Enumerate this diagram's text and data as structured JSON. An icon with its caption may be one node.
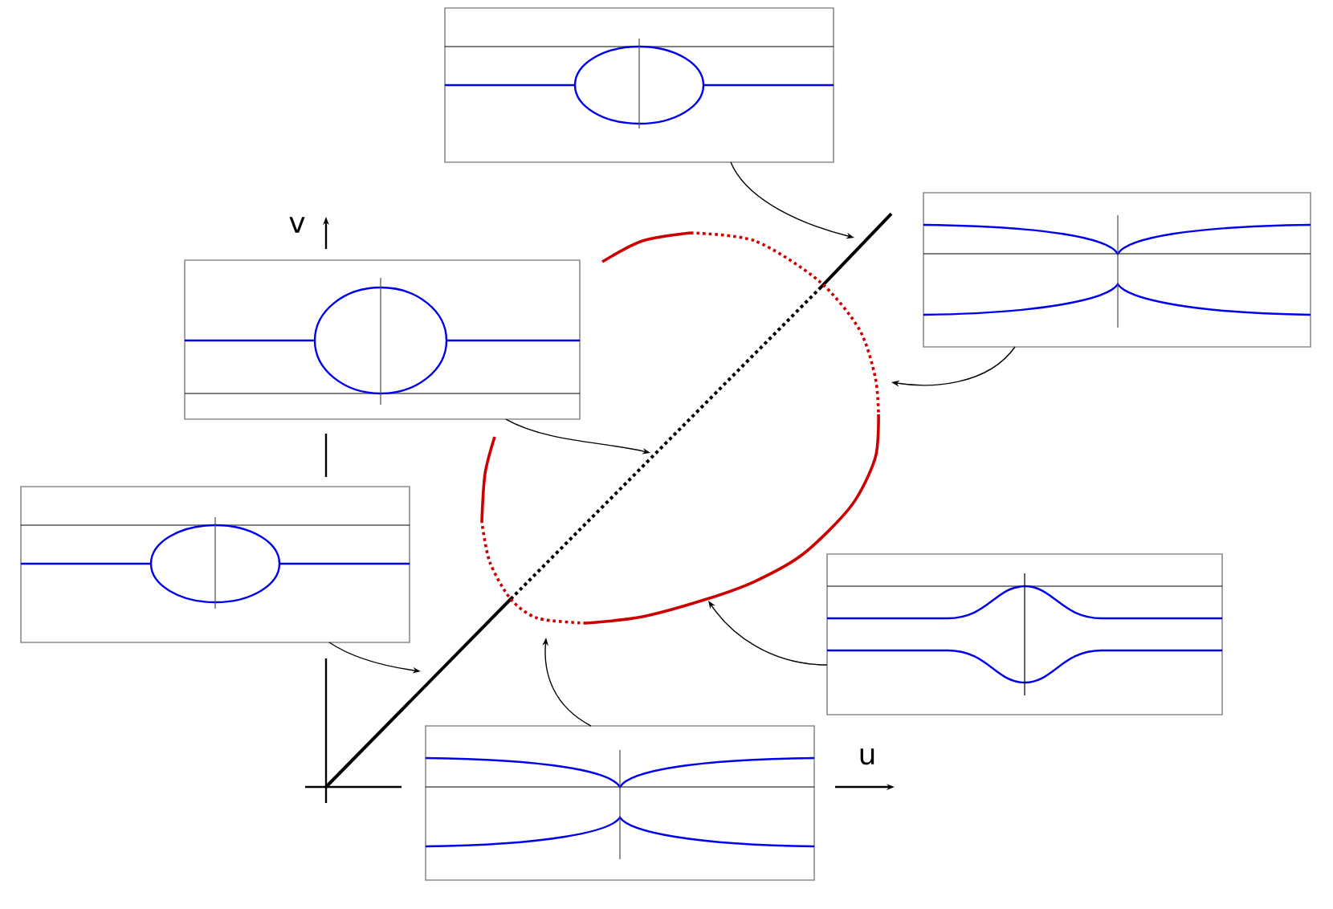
{
  "diagram": {
    "nodes": [
      {
        "text": [],
        "shape": "picture"
      },
      {
        "text": [],
        "shape": "picture"
      },
      {
        "text": [],
        "shape": "picture"
      },
      {
        "text": [],
        "shape": "picture"
      },
      {
        "text": [],
        "shape": "picture"
      },
      {
        "text": [],
        "shape": "picture"
      }
    ],
    "edges": [
      {
        "from": 0,
        "to": null,
        "arrow": "to"
      },
      {
        "from": 1,
        "to": null,
        "arrow": "to"
      },
      {
        "from": 2,
        "to": null,
        "arrow": "to"
      },
      {
        "from": 3,
        "to": null,
        "arrow": "to"
      },
      {
        "from": 4,
        "to": null,
        "arrow": "to"
      },
      {
        "from": 5,
        "to": null,
        "arrow": "to"
      }
    ],
    "labels": [
      "v",
      "u"
    ]
  }
}
